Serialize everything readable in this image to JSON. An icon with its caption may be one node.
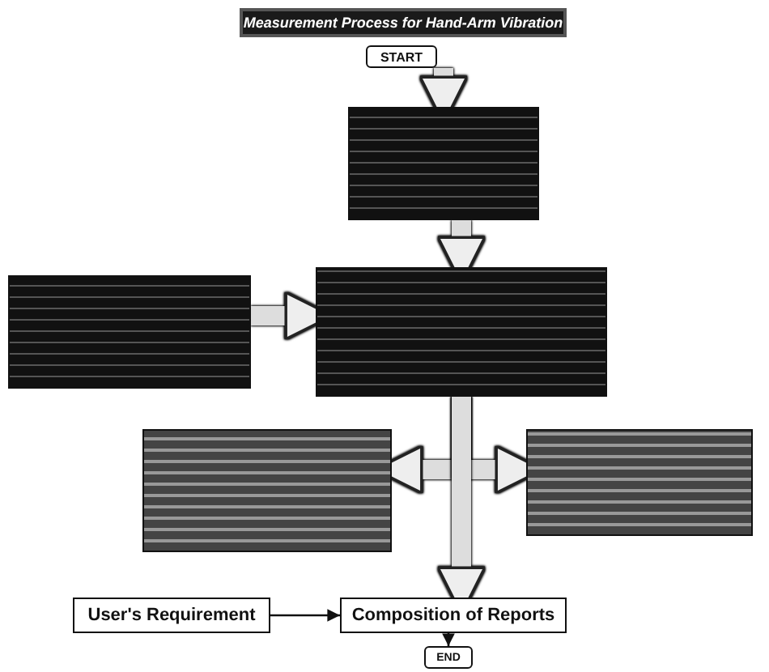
{
  "diagram": {
    "title": "Measurement Process for Hand-Arm Vibration",
    "nodes": [
      {
        "text": [
          "START"
        ]
      },
      {
        "text": [],
        "shape": "box"
      },
      {
        "text": [],
        "shape": "box"
      },
      {
        "text": [],
        "shape": "box"
      },
      {
        "text": [],
        "shape": "box"
      },
      {
        "text": [],
        "shape": "box"
      },
      {
        "text": [
          "User's Requirement"
        ]
      },
      {
        "text": [
          "Composition of Reports"
        ]
      },
      {
        "text": [
          "END"
        ]
      }
    ],
    "edges": [
      {
        "from": 0,
        "to": 1,
        "arrow": "to"
      },
      {
        "from": 1,
        "to": 3,
        "arrow": "to"
      },
      {
        "from": 2,
        "to": 3,
        "arrow": "to"
      },
      {
        "from": 3,
        "to": 4,
        "arrow": "to"
      },
      {
        "from": 3,
        "to": 5,
        "arrow": "to"
      },
      {
        "from": 3,
        "to": 7,
        "arrow": "to"
      },
      {
        "from": 6,
        "to": 7,
        "arrow": "to",
        "color": "#111111"
      },
      {
        "from": 7,
        "to": 8,
        "arrow": "to",
        "color": "#111111"
      }
    ]
  }
}
